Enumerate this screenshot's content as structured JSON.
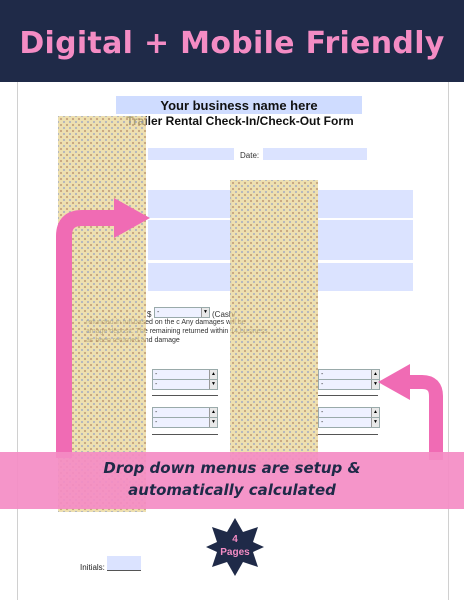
{
  "header": {
    "title": "Digital + Mobile Friendly"
  },
  "form": {
    "business_name": "Your business name here",
    "title": "Trailer Rental Check-In/Check-Out Form",
    "date_label": "Date:",
    "deposit_prefix": "$",
    "deposit_select": "-",
    "deposit_suffix": "(Cash/",
    "paragraph": [
      "refunded in full based on the c                                   Any damages will be",
      "amage deposit.  The remaining                          returned within 14 business",
      "as been returned and damage"
    ],
    "dropdown_value": "-",
    "initials_label": "Initials:"
  },
  "banner": {
    "line1": "Drop down menus are setup &",
    "line2": "automatically calculated"
  },
  "badge": {
    "number": "4",
    "label": "Pages"
  },
  "colors": {
    "navy": "#1f2a48",
    "pink": "#f48cc4",
    "field_blue": "#dbe3ff"
  },
  "icons": {
    "arrow_left": "curved-arrow-right-icon",
    "arrow_right": "curved-arrow-left-icon",
    "badge": "starburst-icon"
  }
}
